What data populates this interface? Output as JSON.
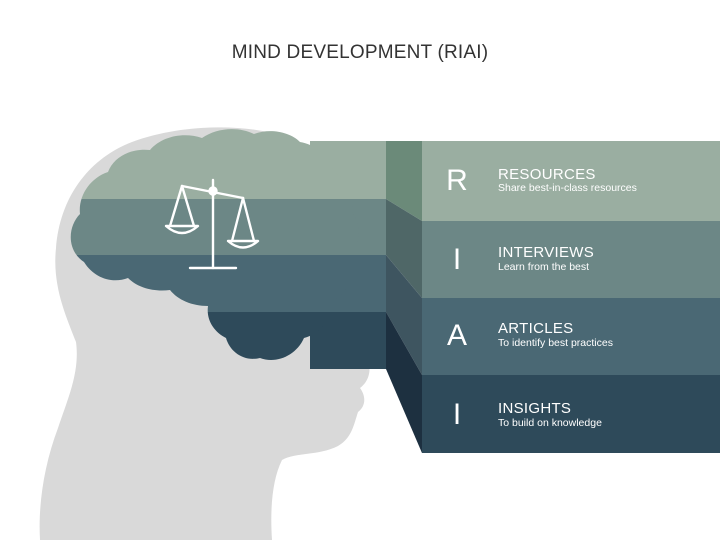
{
  "title": "MIND DEVELOPMENT (RIAI)",
  "icons": {
    "central": "balance-scale-icon"
  },
  "colors": {
    "head_silhouette": "#d9d9d9",
    "row_1": "#9aaea1",
    "row_2": "#6c8786",
    "row_3": "#4a6874",
    "row_4": "#2e4a5a"
  },
  "rows": [
    {
      "letter": "R",
      "heading": "RESOURCES",
      "description": "Share best-in-class resources"
    },
    {
      "letter": "I",
      "heading": "INTERVIEWS",
      "description": "Learn from the best"
    },
    {
      "letter": "A",
      "heading": "ARTICLES",
      "description": "To identify best practices"
    },
    {
      "letter": "I",
      "heading": "INSIGHTS",
      "description": "To build on knowledge"
    }
  ]
}
